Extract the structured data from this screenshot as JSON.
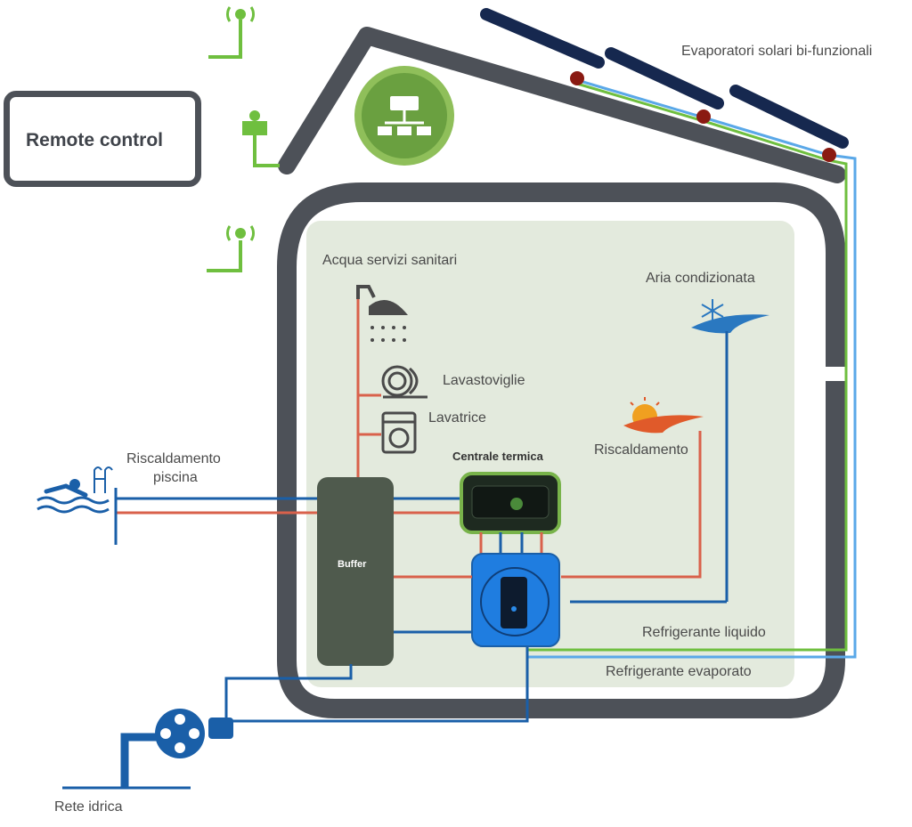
{
  "labels": {
    "remote_control": "Remote control",
    "solar": "Evaporatori solari bi-funzionali",
    "acqua": "Acqua servizi sanitari",
    "lavastoviglie": "Lavastoviglie",
    "lavatrice": "Lavatrice",
    "aria": "Aria condizionata",
    "riscaldamento": "Riscaldamento",
    "piscina_line1": "Riscaldamento",
    "piscina_line2": "piscina",
    "centrale": "Centrale termica",
    "buffer": "Buffer",
    "refrig_liquido": "Refrigerante liquido",
    "refrig_evaporato": "Refrigerante evaporato",
    "rete_idrica": "Rete idrica"
  },
  "colors": {
    "house": "#4d5158",
    "interior": "#e4ebdf",
    "hot": "#d9614b",
    "cold": "#1a5fa8",
    "green": "#6fbf3f",
    "light_blue": "#5aa8e8",
    "panel": "#16284f",
    "panel_dot": "#8a1a12",
    "heat_pump": "#1f7de0",
    "buffer": "#4f5a4d",
    "centrale": "#1e2a20",
    "centrale_border": "#78b34a"
  },
  "icons": [
    "sensor-icon",
    "controller-icon",
    "shower-icon",
    "dishwasher-icon",
    "washing-machine-icon",
    "air-conditioning-icon",
    "heating-icon",
    "swimmer-icon",
    "valve-icon"
  ]
}
